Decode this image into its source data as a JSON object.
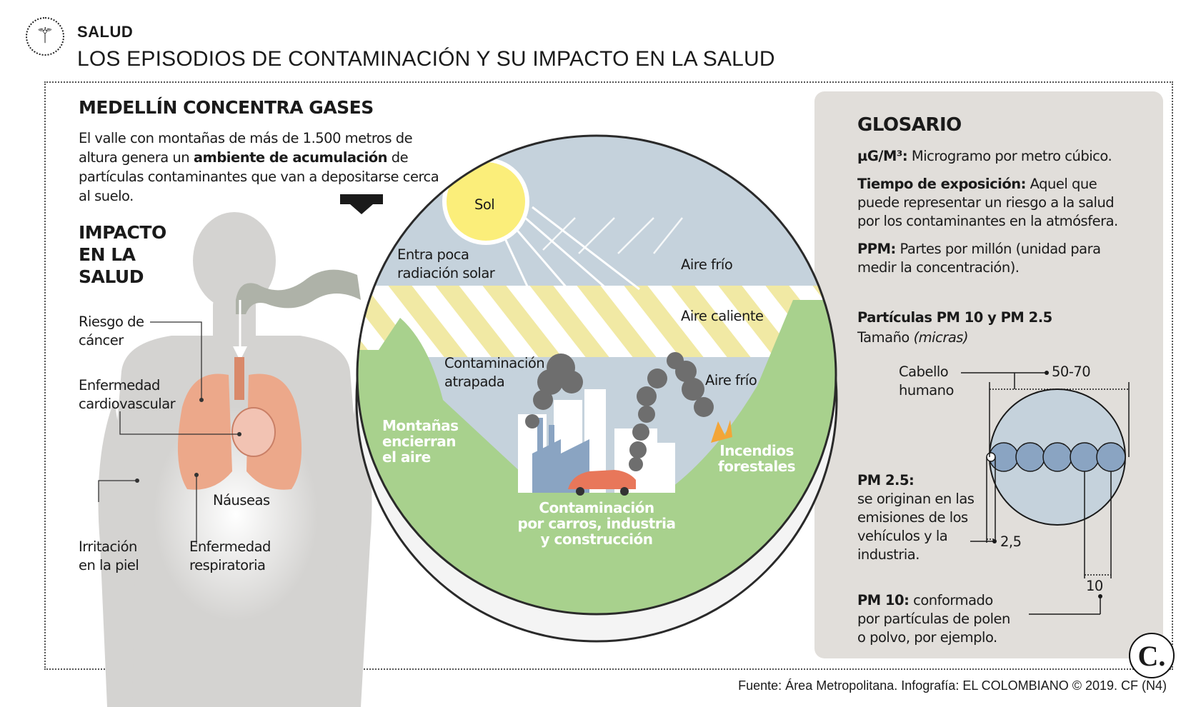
{
  "header": {
    "seal_icon": "caduceus-icon",
    "section": "SALUD",
    "title": "LOS EPISODIOS DE CONTAMINACIÓN Y SU IMPACTO EN LA SALUD"
  },
  "left": {
    "heading": "MEDELLÍN CONCENTRA GASES",
    "intro_before": "El valle con montañas de más de 1.500 metros de altura genera un ",
    "intro_bold": "ambiente de acumulación",
    "intro_after": " de partículas contaminantes que van a depositarse cerca al suelo.",
    "impact_lines": [
      "IMPACTO",
      "EN LA",
      "SALUD"
    ],
    "labels": {
      "cancer": [
        "Riesgo de",
        "cáncer"
      ],
      "cardio": [
        "Enfermedad",
        "cardiovascular"
      ],
      "nausea": "Náuseas",
      "skin": [
        "Irritación",
        "en la piel"
      ],
      "resp": [
        "Enfermedad",
        "respiratoria"
      ]
    }
  },
  "valley": {
    "sun": "Sol",
    "little_radiation": [
      "Entra poca",
      "radiación solar"
    ],
    "cold_air_top": "Aire frío",
    "hot_air": "Aire caliente",
    "trapped": [
      "Contaminación",
      "atrapada"
    ],
    "cold_air_low": "Aire frío",
    "mountains": [
      "Montañas",
      "encierran",
      "el aire"
    ],
    "fires": [
      "Incendios",
      "forestales"
    ],
    "sources": [
      "Contaminación",
      "por carros, industria",
      "y construcción"
    ]
  },
  "glossary": {
    "title": "GLOSARIO",
    "ug_term": "µG/M³:",
    "ug_def": " Microgramo por metro cúbico.",
    "exp_term": "Tiempo de exposición:",
    "exp_def": " Aquel que puede representar un riesgo a la salud por los contaminantes en la atmósfera.",
    "ppm_term": "PPM:",
    "ppm_def": " Partes por millón (unidad para medir la concentración).",
    "particles_title": "Partículas PM 10 y PM 2.5",
    "size_prefix": "Tamaño ",
    "size_unit": "(micras)",
    "hair": [
      "Cabello",
      "humano"
    ],
    "hair_size": "50-70",
    "pm25_size": "2,5",
    "pm10_size": "10",
    "pm25_term": "PM 2.5:",
    "pm25_def": [
      "se originan en las",
      "emisiones de los",
      "vehículos y la",
      "industria."
    ],
    "pm10_term": "PM 10:",
    "pm10_def_first": " conformado",
    "pm10_def_rest": [
      "por partículas de polen",
      "o polvo, por ejemplo."
    ]
  },
  "footer": {
    "source": "Fuente: Área Metropolitana. Infografía: EL COLOMBIANO © 2019. CF (N4)",
    "logo": "C."
  },
  "colors": {
    "sky": "#c5d2dc",
    "mountain": "#a8d18d",
    "stripe": "#f1e9a4",
    "sun": "#fbee7a",
    "body": "#d4d3d1",
    "lung": "#eca88a",
    "particle": "#8aa4c2",
    "glossary_bg": "#e1deda"
  }
}
